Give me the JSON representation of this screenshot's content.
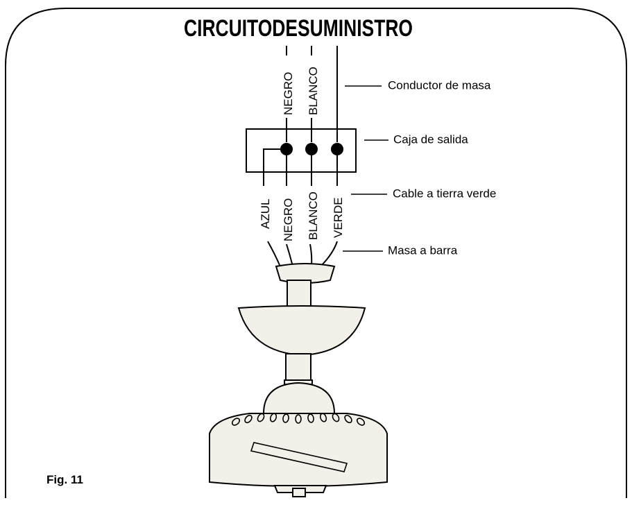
{
  "title": "CIRCUITODESUMINISTRO",
  "supply_wires": [
    "NEGRO",
    "BLANCO"
  ],
  "callouts": {
    "ground_conductor": "Conductor de masa",
    "outlet_box": "Caja de salida",
    "green_ground_cable": "Cable a tierra verde",
    "ground_to_rod": "Masa a barra"
  },
  "fan_wires": [
    "AZUL",
    "NEGRO",
    "BLANCO",
    "VERDE"
  ],
  "figure_label": "Fig. 11"
}
